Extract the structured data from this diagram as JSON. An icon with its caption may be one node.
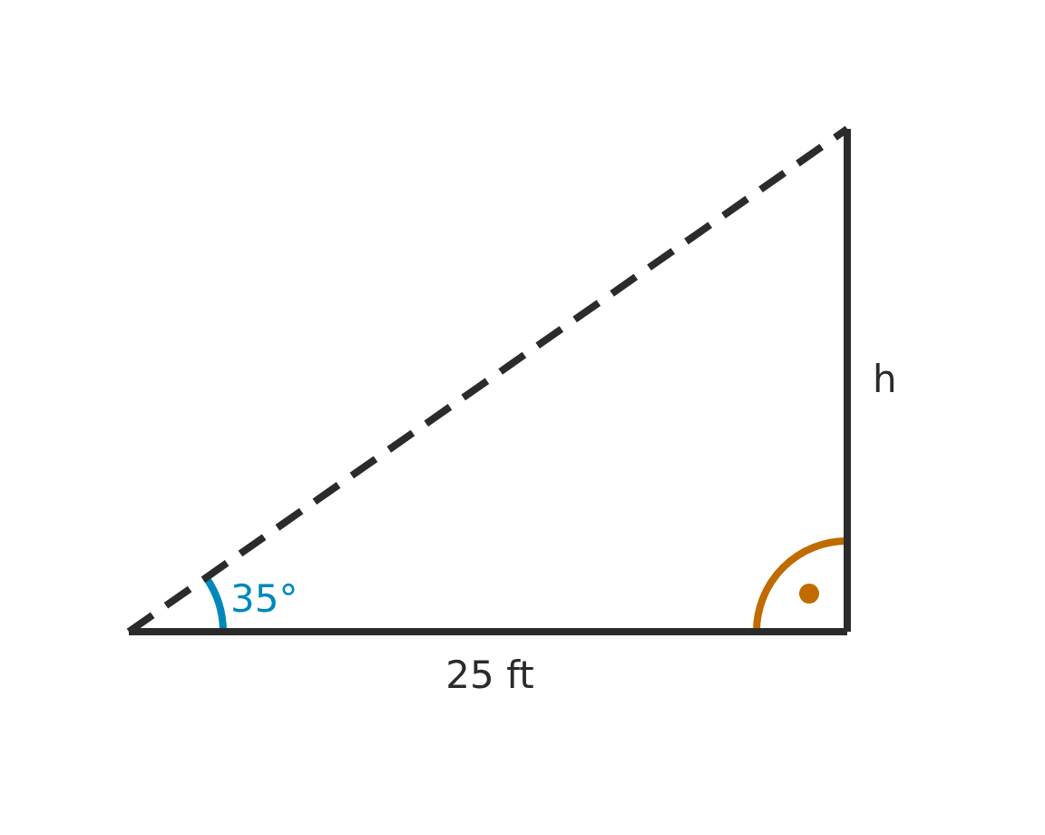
{
  "diagram": {
    "labels": [
      "35°",
      "h",
      "25 ft"
    ]
  }
}
